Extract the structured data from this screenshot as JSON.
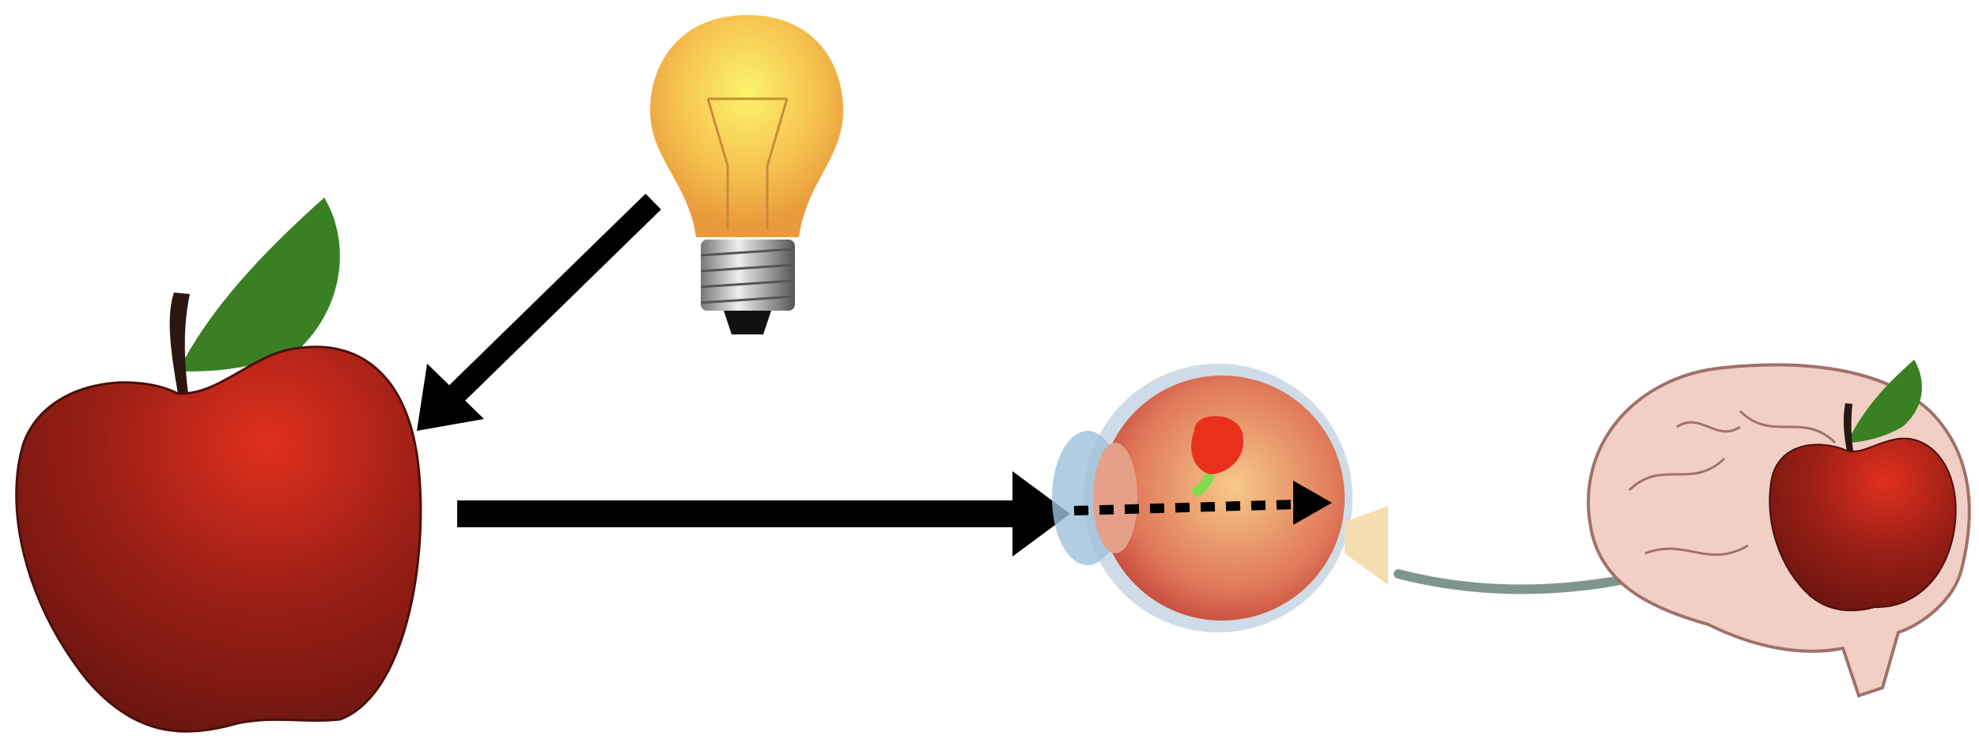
{
  "diagram": {
    "nodes": [
      "light-bulb",
      "apple",
      "eye",
      "brain-with-apple"
    ],
    "edges": [
      {
        "from": "light-bulb",
        "to": "apple",
        "style": "solid"
      },
      {
        "from": "apple",
        "to": "eye",
        "style": "solid"
      },
      {
        "from": "eye-lens",
        "to": "retina",
        "style": "dotted"
      },
      {
        "from": "eye",
        "to": "brain-with-apple",
        "style": "gray-curved"
      }
    ]
  },
  "colors": {
    "apple_dark": "#6b1510",
    "apple_light": "#e0301e",
    "leaf": "#3a7f24",
    "bulb": "#f3b24a",
    "arrow": "#000000",
    "nerve_arrow": "#7f968c",
    "brain": "#f2cfc4"
  }
}
